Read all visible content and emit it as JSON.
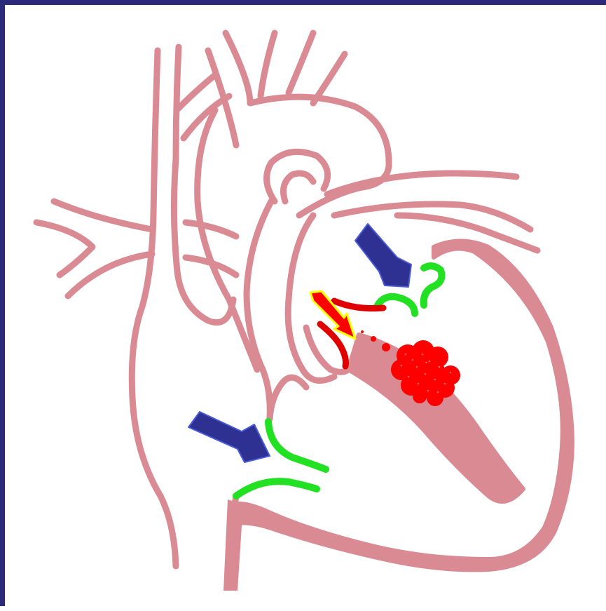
{
  "diagram": {
    "subject": "heart-cross-section",
    "colors": {
      "frame": "#2b2b7a",
      "background": "#ffffff",
      "heart_wall": "#d98a92",
      "valve_normal": "#22e022",
      "valve_affected": "#e00000",
      "clot": "#ff0000",
      "pointer_arrow": "#2e3192",
      "flow_arrow_fill": "#ff0000",
      "flow_arrow_outline": "#ffff00"
    },
    "markers": [
      {
        "id": "arrow-mitral",
        "icon": "blue-arrow"
      },
      {
        "id": "arrow-tricuspid",
        "icon": "blue-arrow"
      },
      {
        "id": "arrow-aortic-flow",
        "icon": "red-yellow-arrow"
      }
    ]
  }
}
